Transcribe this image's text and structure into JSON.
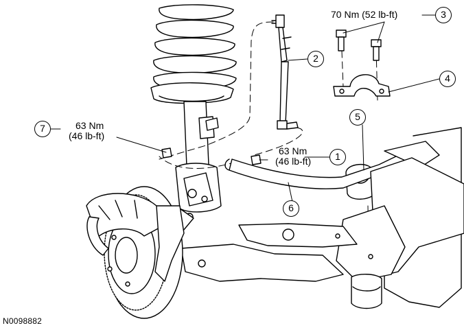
{
  "torques": {
    "t3": "70 Nm (52 lb-ft)",
    "t1_nm": "63 Nm",
    "t1_lbft": "(46 lb-ft)",
    "t7_nm": "63 Nm",
    "t7_lbft": "(46 lb-ft)"
  },
  "callouts": {
    "c1": "1",
    "c2": "2",
    "c3": "3",
    "c4": "4",
    "c5": "5",
    "c6": "6",
    "c7": "7"
  },
  "figure_id": "N0098882",
  "colors": {
    "line": "#000000",
    "background": "#ffffff"
  }
}
